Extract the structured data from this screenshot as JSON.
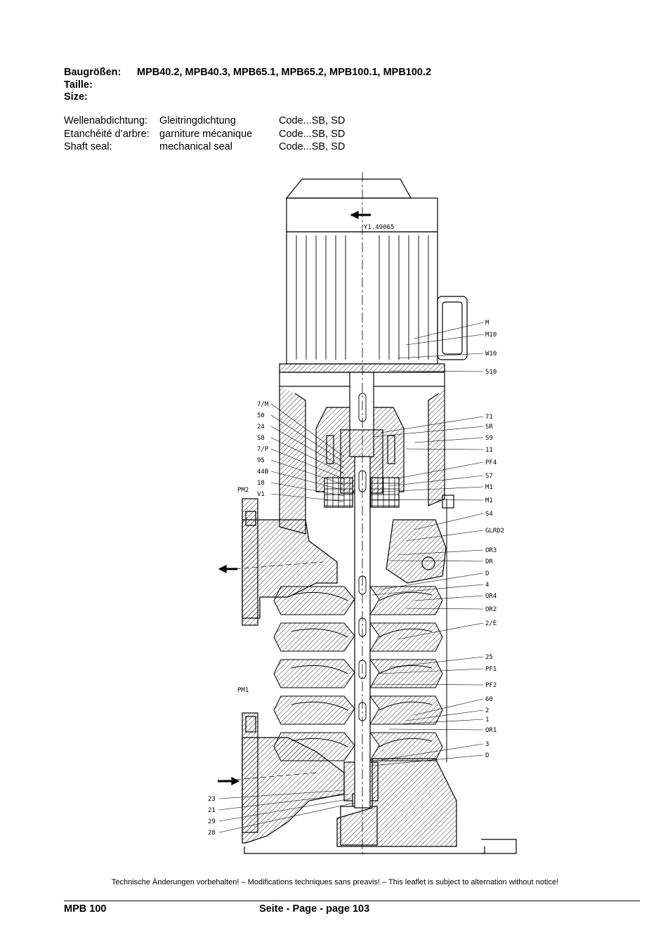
{
  "header": {
    "sizes_label": "Baugrößen:",
    "sizes_value": "MPB40.2, MPB40.3, MPB65.1, MPB65.2, MPB100.1, MPB100.2",
    "taille_label": "Taille:",
    "size_label": "Size:"
  },
  "shaft_seal": [
    {
      "label": "Wellenabdichtung:",
      "type": "Gleitringdichtung",
      "code": "Code...SB, SD"
    },
    {
      "label": "Etanchéité d’arbre:",
      "type": "garniture mécanique",
      "code": "Code...SB, SD"
    },
    {
      "label": "Shaft seal:",
      "type": "mechanical seal",
      "code": "Code...SB, SD"
    }
  ],
  "drawing": {
    "ref": "Y1.49065",
    "flange_labels": {
      "pm2": "PM2",
      "pm1": "PM1"
    },
    "left_parts": [
      "7/M",
      "50",
      "24",
      "S8",
      "7/P",
      "95",
      "44B",
      "18",
      "V1"
    ],
    "bottom_left_parts": [
      "23",
      "21",
      "29",
      "28"
    ],
    "right_parts": [
      "M",
      "M10",
      "W10",
      "S10",
      "71",
      "SR",
      "S9",
      "11",
      "PF4",
      "S7",
      "M1",
      "M1",
      "S4",
      "GLRD2",
      "OR3",
      "DR",
      "D",
      "4",
      "OR4",
      "OR2",
      "2/E",
      "25",
      "PF1",
      "PF2",
      "60",
      "2",
      "1",
      "OR1",
      "3",
      "D"
    ]
  },
  "notice": "Technische Änderungen vorbehalten! – Modifications techniques sans preavis! – This leaflet is subject to alternation without notice!",
  "footer": {
    "model": "MPB 100",
    "page": "Seite - Page - page 103"
  }
}
